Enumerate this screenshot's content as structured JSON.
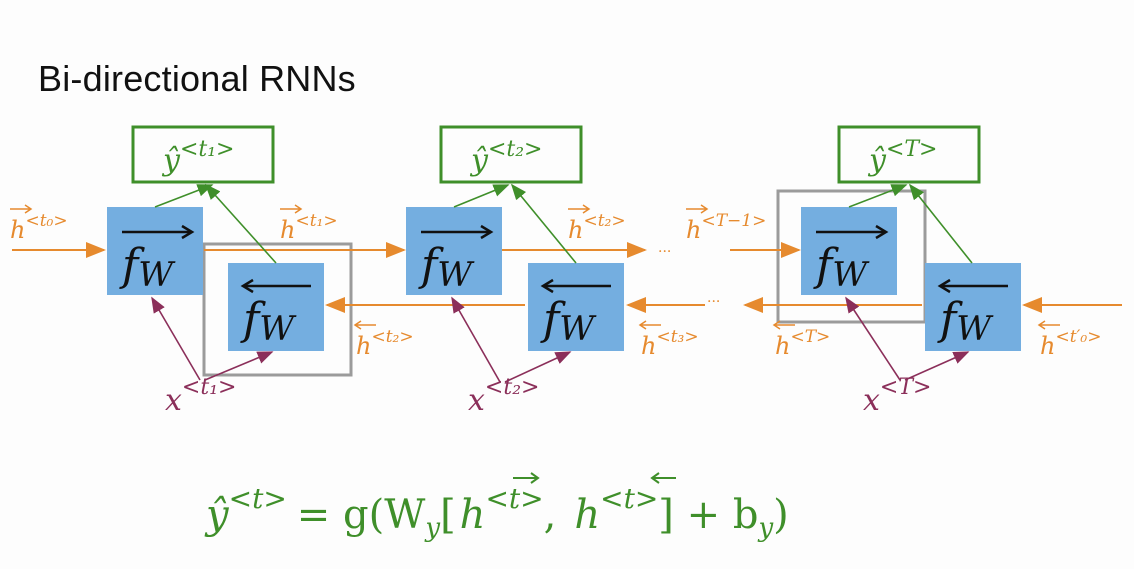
{
  "slide": {
    "title": "Bi-directional RNNs"
  },
  "cells": {
    "forward_label": "f",
    "forward_sub": "W",
    "backward_label": "f",
    "backward_sub": "W"
  },
  "outputs": [
    {
      "base": "ŷ",
      "sup": "<t₁>"
    },
    {
      "base": "ŷ",
      "sup": "<t₂>"
    },
    {
      "base": "ŷ",
      "sup": "<T>"
    }
  ],
  "inputs": [
    {
      "base": "x",
      "sup": "<t₁>"
    },
    {
      "base": "x",
      "sup": "<t₂>"
    },
    {
      "base": "x",
      "sup": "<T>"
    }
  ],
  "forward_states": [
    {
      "base": "h",
      "sup": "<t₀>"
    },
    {
      "base": "h",
      "sup": "<t₁>"
    },
    {
      "base": "h",
      "sup": "<t₂>"
    },
    {
      "base": "h",
      "sup": "<T−1>"
    }
  ],
  "backward_states": [
    {
      "base": "h",
      "sup": "<t₂>"
    },
    {
      "base": "h",
      "sup": "<t₃>"
    },
    {
      "base": "h",
      "sup": "<T>"
    },
    {
      "base": "h",
      "sup": "<t′₀>"
    }
  ],
  "ellipsis": "···",
  "formula": {
    "lhs_base": "ŷ",
    "lhs_sup": "<t>",
    "eq": "= g(W",
    "w_sub": "y",
    "bracket_open": "[",
    "h_fwd": "h",
    "h_fwd_sup": "<t>",
    "comma": ",",
    "h_bwd": "h",
    "h_bwd_sup": "<t>",
    "rest": "] + b",
    "b_sub": "y",
    "close": ")"
  },
  "colors": {
    "cell_fill": "#74aee0",
    "output_green": "#3f8f2a",
    "orange": "#e68a2e",
    "purple": "#8b2f5a",
    "gray_box": "#9b9b9b"
  }
}
